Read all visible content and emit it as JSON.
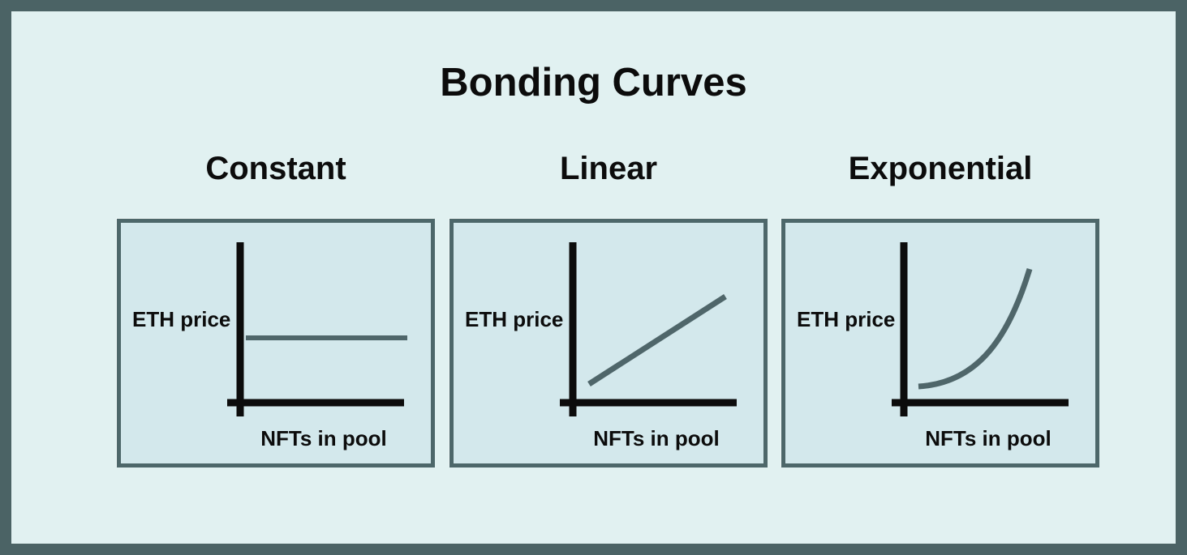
{
  "title": "Bonding Curves",
  "colors": {
    "frame_border": "#4b6365",
    "background": "#e1f1f1",
    "panel_fill": "#d3e8ec",
    "panel_border": "#4d676a",
    "axis": "#0c0c0c",
    "curve": "#4f666a",
    "text": "#0c0c0c"
  },
  "panels": [
    {
      "heading": "Constant",
      "y_axis_label": "ETH price",
      "x_axis_label": "NFTs in pool",
      "curve_type": "constant",
      "curve_description": "flat horizontal line: price stays the same as NFTs in pool change"
    },
    {
      "heading": "Linear",
      "y_axis_label": "ETH price",
      "x_axis_label": "NFTs in pool",
      "curve_type": "linear",
      "curve_description": "straight rising diagonal line: price increases linearly"
    },
    {
      "heading": "Exponential",
      "y_axis_label": "ETH price",
      "x_axis_label": "NFTs in pool",
      "curve_type": "exponential",
      "curve_description": "curve flat at first then rising steeply: price increases exponentially"
    }
  ]
}
